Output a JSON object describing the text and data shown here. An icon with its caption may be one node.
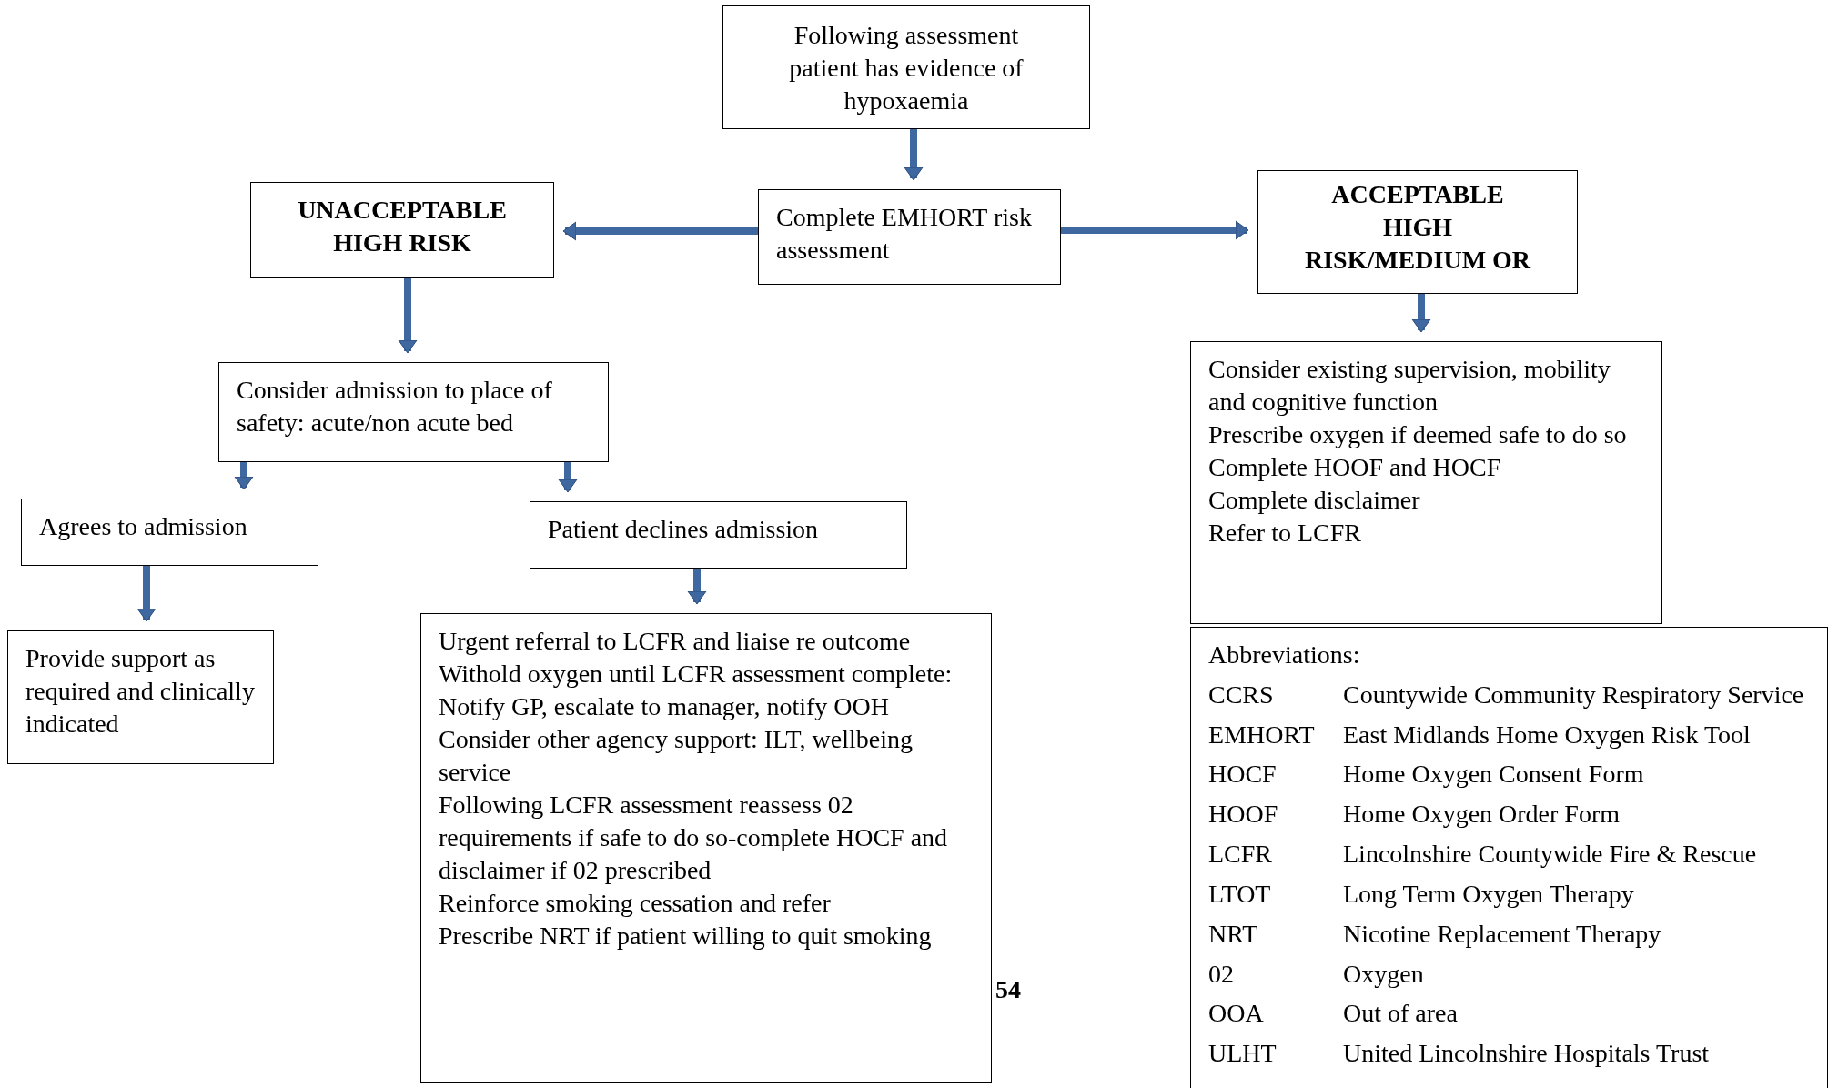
{
  "diagram": {
    "nodes": [
      {
        "text": [
          "Following assessment patient has evidence of hypoxaemia"
        ]
      },
      {
        "text": [
          "Complete EMHORT risk assessment"
        ]
      },
      {
        "text": [
          "UNACCEPTABLE HIGH RISK"
        ]
      },
      {
        "text": [
          "ACCEPTABLE HIGH RISK/MEDIUM OR"
        ]
      },
      {
        "text": [
          "Consider admission to place of safety: acute/non acute bed"
        ]
      },
      {
        "text": [
          "Agrees to admission"
        ]
      },
      {
        "text": [
          "Patient declines admission"
        ]
      },
      {
        "text": [
          "Provide support as required and clinically indicated"
        ]
      },
      {
        "text": [
          "Urgent referral to LCFR and liaise re outcome",
          "Withold oxygen until LCFR assessment complete:",
          "Notify GP, escalate to manager, notify OOH",
          "Consider other agency support: ILT, wellbeing service",
          "Following LCFR assessment reassess 02 requirements if safe to do so-complete HOCF and disclaimer if 02 prescribed",
          "Reinforce smoking cessation and refer",
          "Prescribe NRT if patient willing to quit smoking"
        ]
      },
      {
        "text": [
          "Consider existing supervision, mobility and cognitive function",
          "Prescribe oxygen if deemed safe to do so",
          "Complete HOOF and HOCF",
          "Complete disclaimer",
          "Refer to LCFR"
        ]
      },
      {
        "text": [
          "Abbreviations:",
          "CCRS",
          "Countywide Community Respiratory Service",
          "EMHORT",
          "East Midlands Home Oxygen Risk Tool",
          "HOCF",
          "Home Oxygen Consent Form",
          "HOOF",
          "Home Oxygen Order Form",
          "LCFR",
          "Lincolnshire Countywide Fire & Rescue",
          "LTOT",
          "Long Term Oxygen Therapy",
          "NRT",
          "Nicotine Replacement Therapy",
          "02",
          "Oxygen",
          "OOA",
          "Out of area",
          "ULHT",
          "United Lincolnshire Hospitals Trust"
        ]
      }
    ],
    "edges": [
      {
        "from": 0,
        "to": 1,
        "arrow": "to"
      },
      {
        "from": 1,
        "to": 2,
        "arrow": "to"
      },
      {
        "from": 1,
        "to": 3,
        "arrow": "to"
      },
      {
        "from": 2,
        "to": 4,
        "arrow": "to"
      },
      {
        "from": 4,
        "to": 5,
        "arrow": "to"
      },
      {
        "from": 4,
        "to": 6,
        "arrow": "to"
      },
      {
        "from": 5,
        "to": 7,
        "arrow": "to"
      },
      {
        "from": 6,
        "to": 8,
        "arrow": "to"
      },
      {
        "from": 3,
        "to": 9,
        "arrow": "to"
      }
    ],
    "labels": [
      "54"
    ]
  }
}
